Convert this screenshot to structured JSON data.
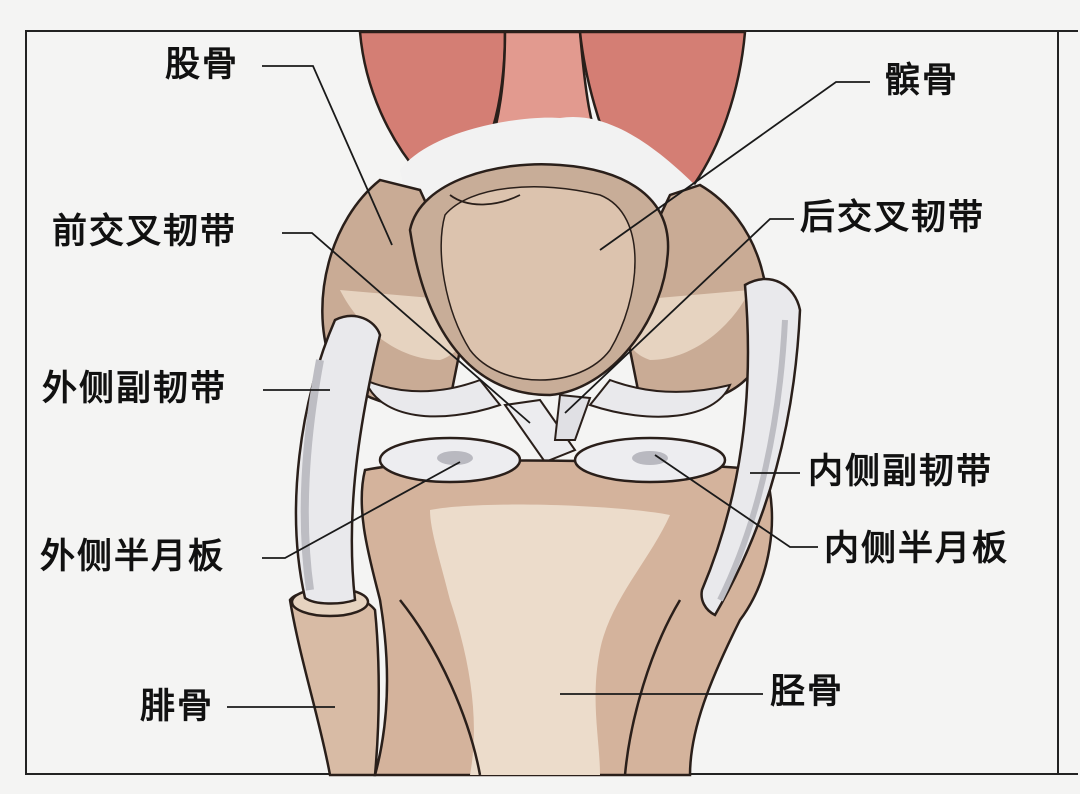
{
  "diagram": {
    "subject": "knee joint anatomy (front view)",
    "colors": {
      "background": "#f4f4f3",
      "muscle": "#d47e74",
      "muscle_light": "#e8a096",
      "bone": "#d9bba3",
      "bone_shadow": "#b99d88",
      "bone_light": "#ecdcca",
      "ligament": "#e9e9ec",
      "ligament_shadow": "#b7b7bd",
      "outline": "#2a1f1a",
      "label_text": "#111111"
    },
    "labels": {
      "femur": "股骨",
      "patella": "髌骨",
      "acl": "前交叉韧带",
      "pcl": "后交叉韧带",
      "lcl": "外侧副韧带",
      "mcl": "内侧副韧带",
      "lateral_meniscus": "外侧半月板",
      "medial_meniscus": "内侧半月板",
      "fibula": "腓骨",
      "tibia": "胫骨"
    }
  }
}
